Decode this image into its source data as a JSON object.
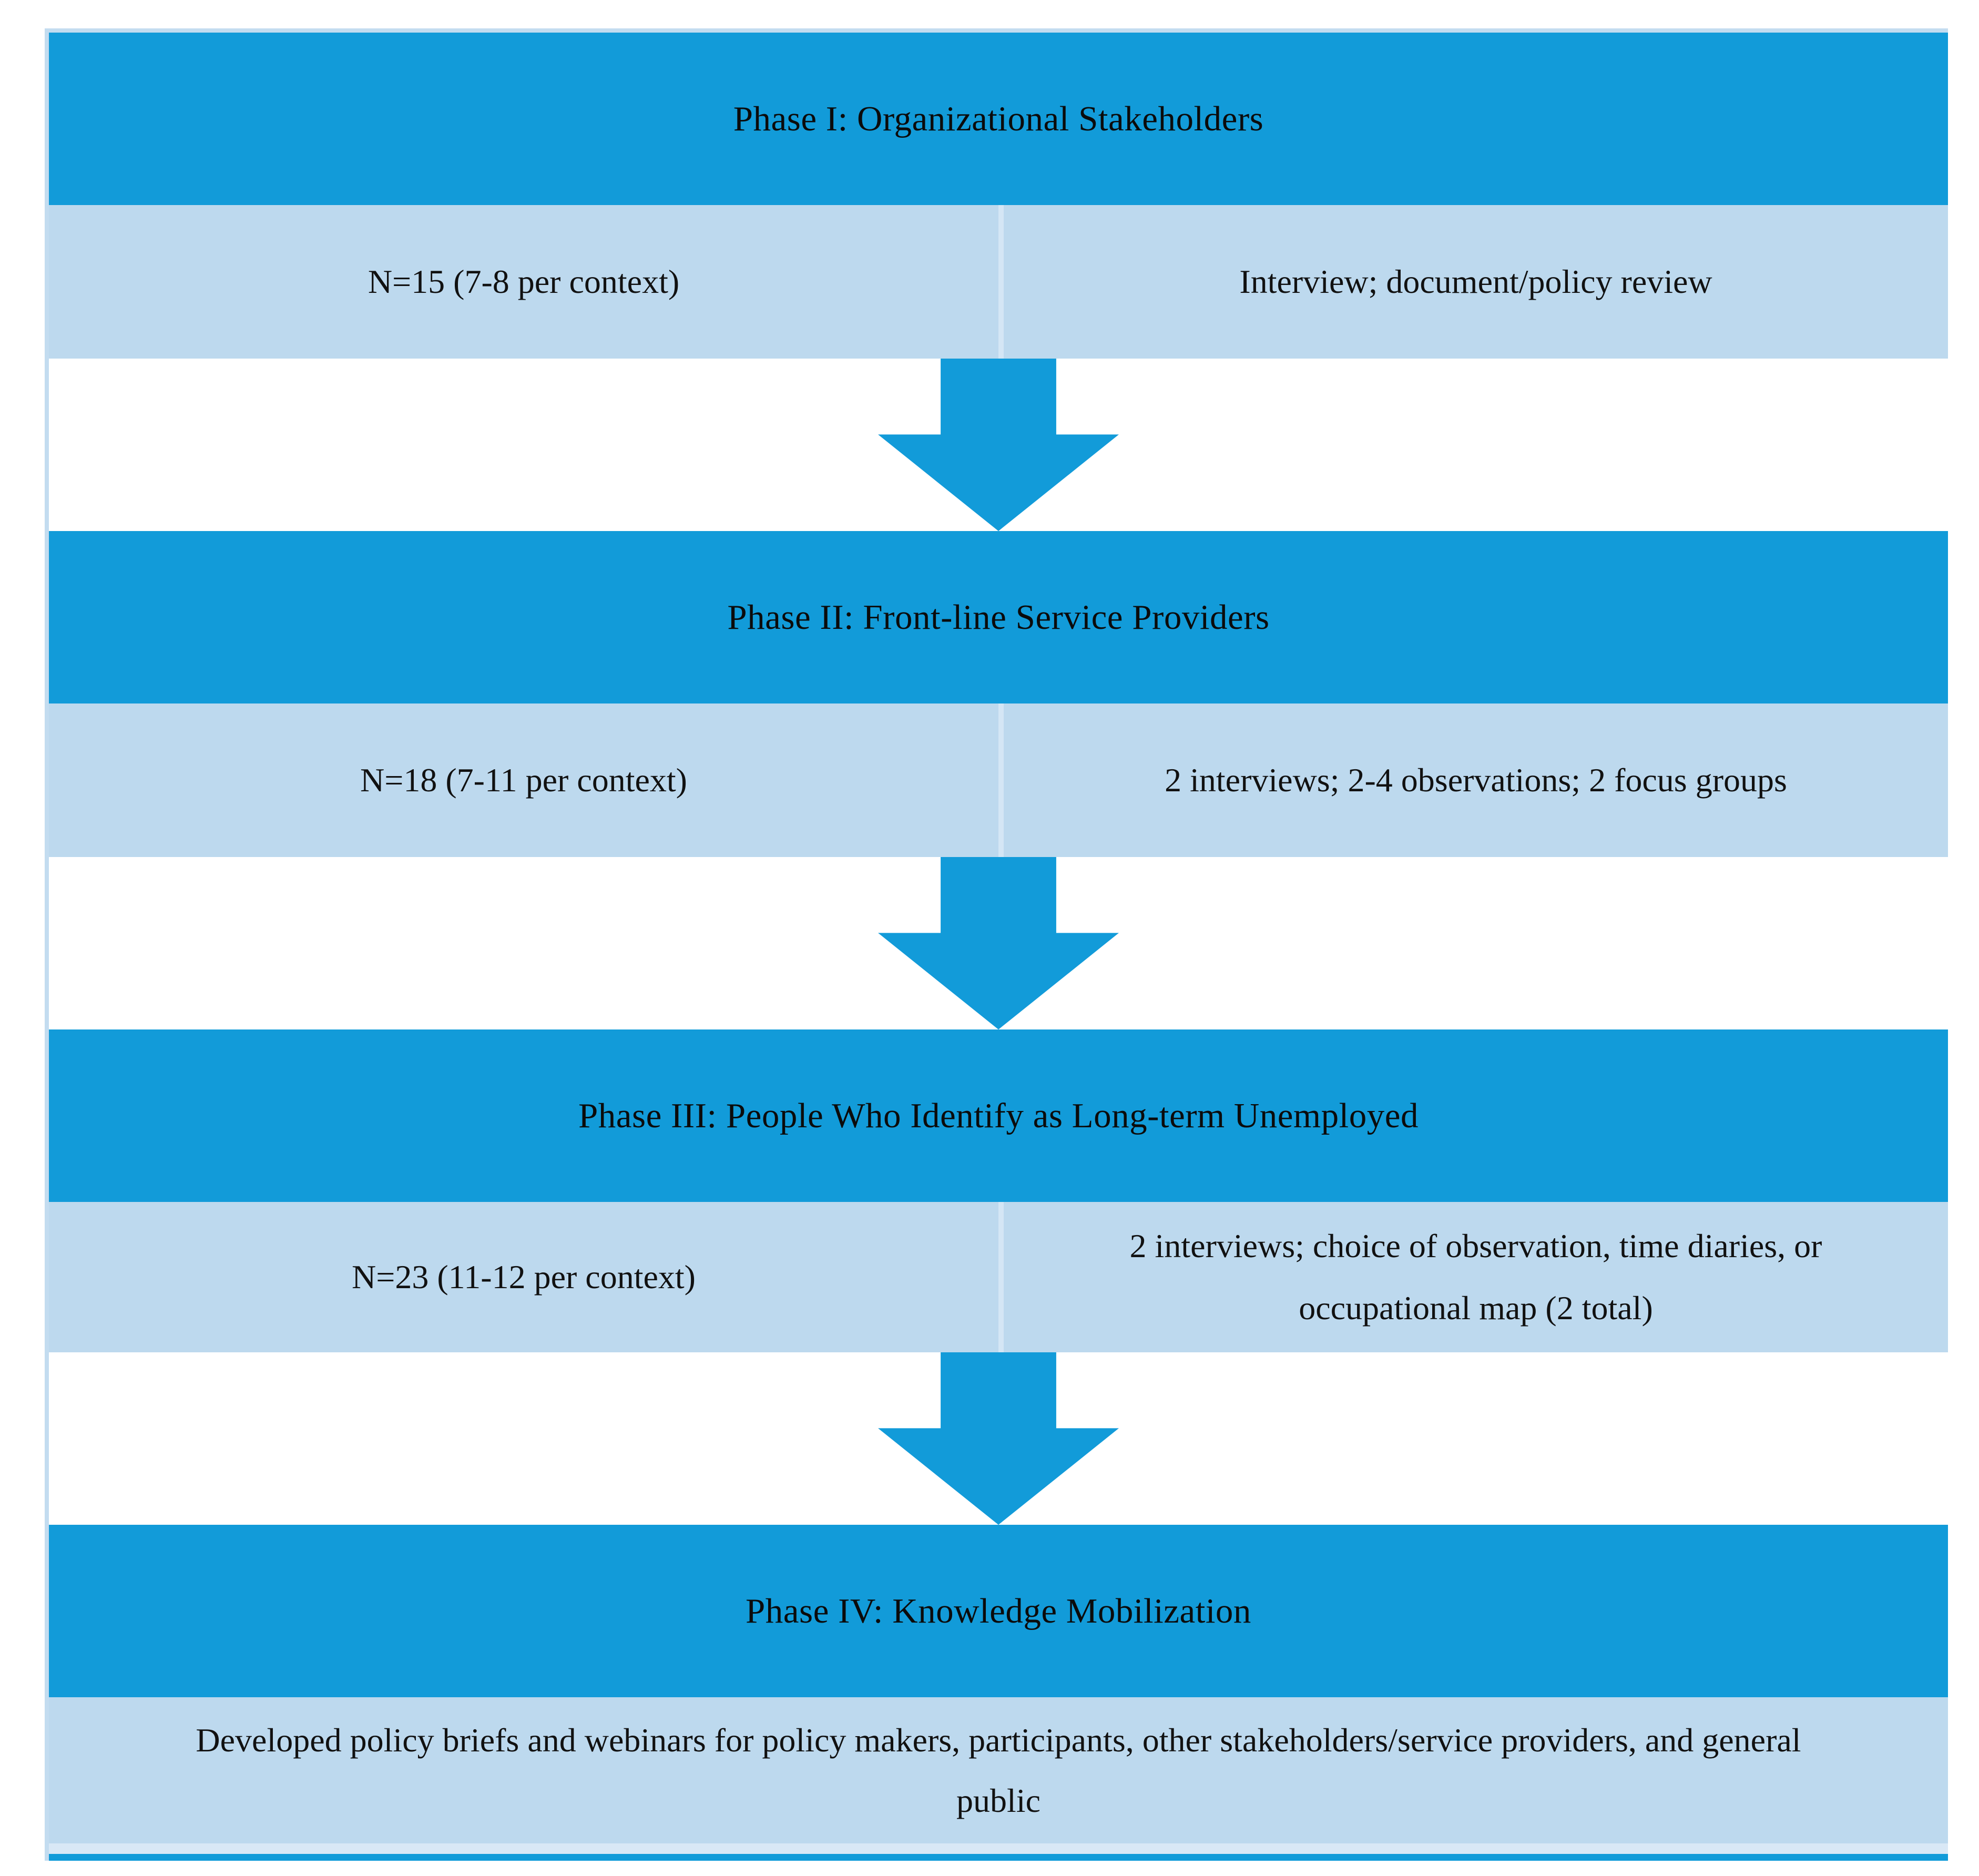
{
  "figure": {
    "type": "flow-diagram",
    "description": "Four-phase study design flowchart with downward arrows between phases"
  },
  "colors": {
    "phase_header_blue": "#129BD9",
    "row_light_blue": "#BDD9EE",
    "arrow_blue": "#129BD9",
    "cell_divider": "#D4E6F5",
    "text": "#0B0B0B"
  },
  "phases": [
    {
      "title": "Phase I: Organizational Stakeholders",
      "sample": "N=15 (7-8 per context)",
      "methods": "Interview; document/policy review"
    },
    {
      "title": "Phase II: Front-line Service Providers",
      "sample": "N=18 (7-11 per context)",
      "methods": "2 interviews; 2-4 observations; 2 focus groups"
    },
    {
      "title": "Phase III: People Who Identify as Long-term Unemployed",
      "sample": "N=23 (11-12 per context)",
      "methods": "2 interviews; choice of observation, time diaries, or occupational map (2 total)"
    },
    {
      "title": "Phase IV: Knowledge Mobilization",
      "description": "Developed policy briefs and webinars for policy makers, participants, other stakeholders/service providers, and general public"
    }
  ]
}
